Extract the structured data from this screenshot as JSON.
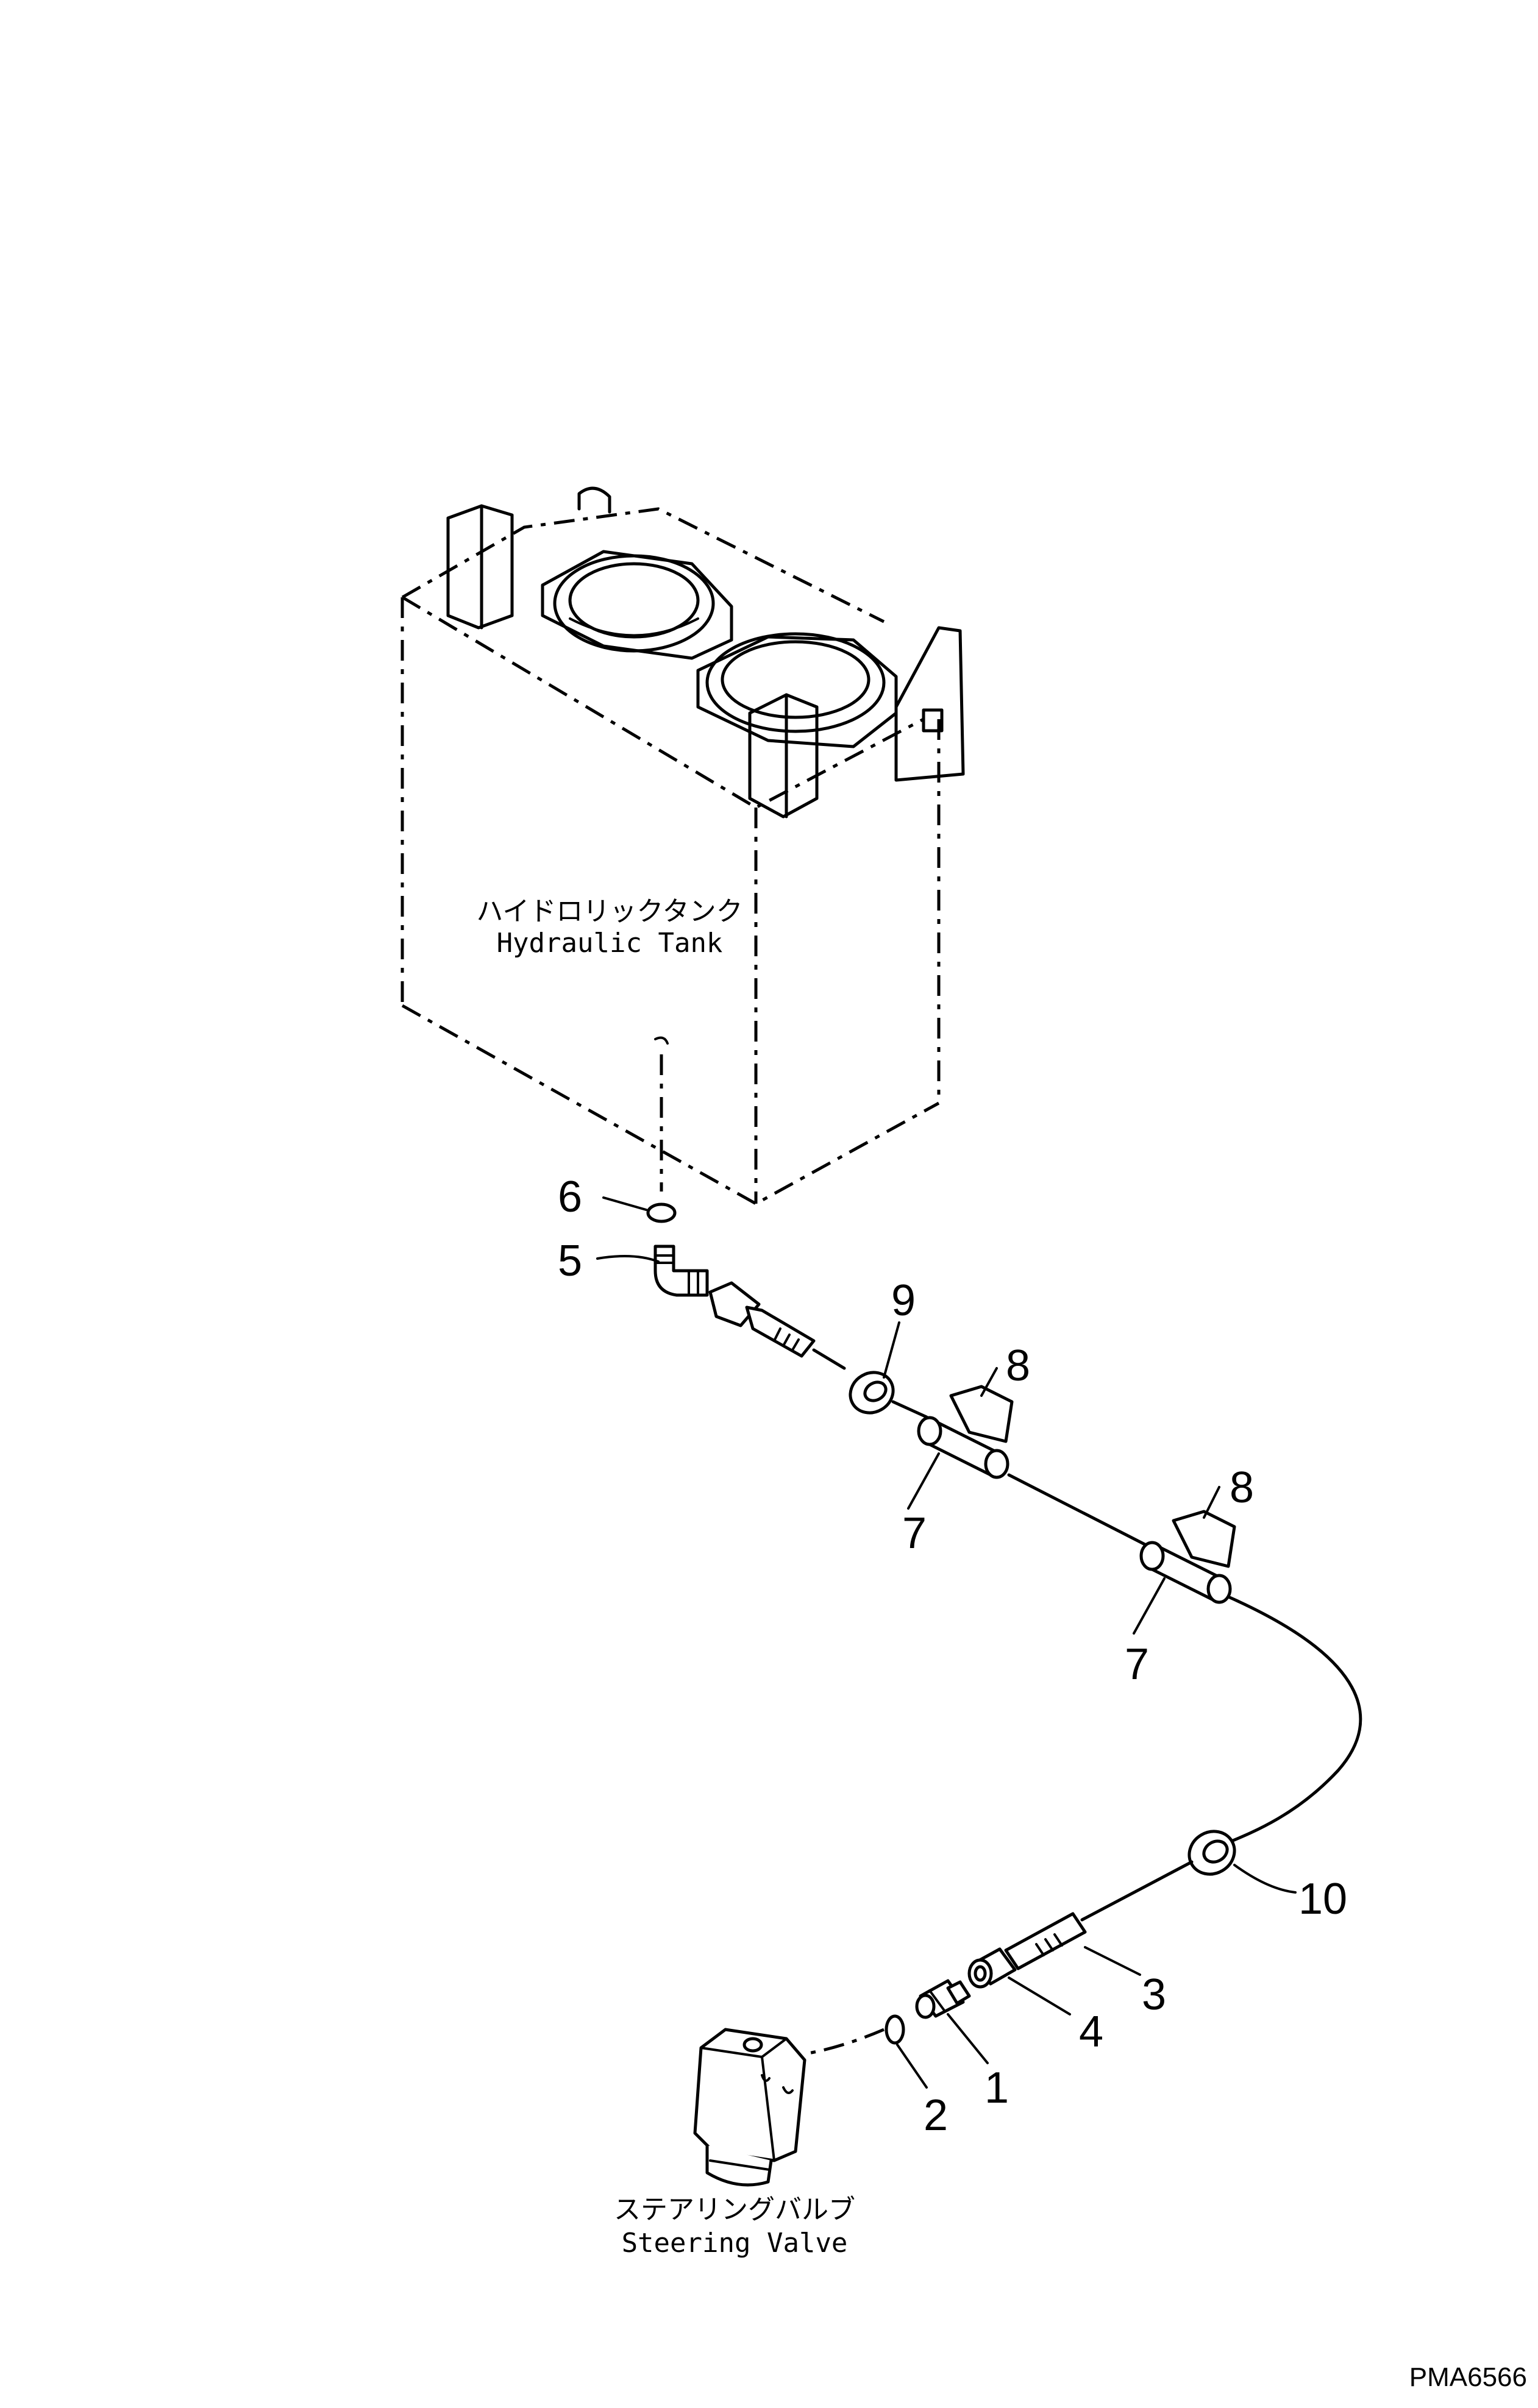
{
  "labels": {
    "tank_jp": "ハイドロリックタンク",
    "tank_en": "Hydraulic Tank",
    "valve_jp": "ステアリングバルブ",
    "valve_en": "Steering Valve"
  },
  "callouts": [
    "6",
    "5",
    "9",
    "8",
    "7",
    "8",
    "7",
    "10",
    "3",
    "4",
    "1",
    "2"
  ],
  "drawing_code": "PMA6566"
}
